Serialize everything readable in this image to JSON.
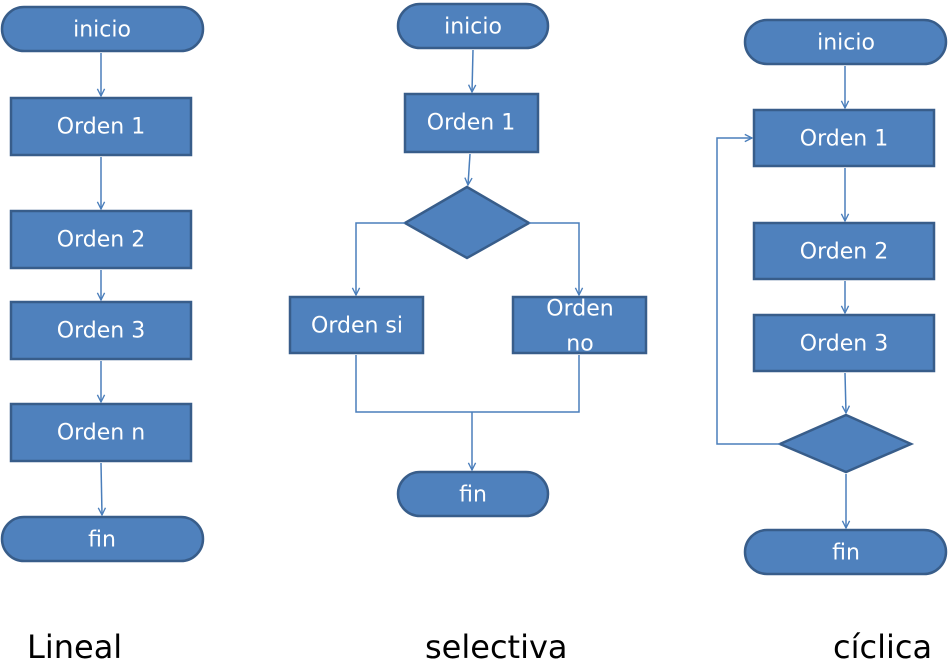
{
  "lineal": {
    "caption": "Lineal",
    "start": "inicio",
    "step1": "Orden 1",
    "step2": "Orden 2",
    "step3": "Orden 3",
    "stepn": "Orden n",
    "end": "fin"
  },
  "selectiva": {
    "caption": "selectiva",
    "start": "inicio",
    "step1": "Orden 1",
    "yes": "Orden si",
    "no_line1": "Orden",
    "no_line2": "no",
    "end": "fin"
  },
  "ciclica": {
    "caption": "cíclica",
    "start": "inicio",
    "step1": "Orden 1",
    "step2": "Orden 2",
    "step3": "Orden 3",
    "end": "fin"
  },
  "colors": {
    "shape_fill": "#4f81bd",
    "shape_border": "#385d8a",
    "connector": "#4a7ebb",
    "label_text": "#ffffff"
  }
}
